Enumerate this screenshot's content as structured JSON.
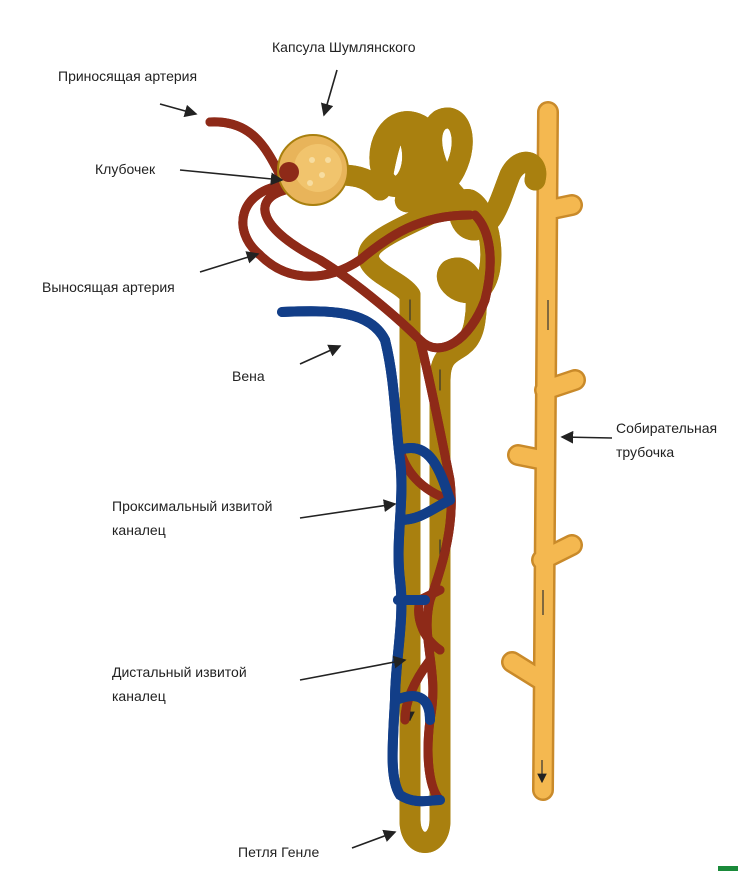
{
  "labels": {
    "capsule": "Капсула Шумлянского",
    "afferent": "Приносящая артерия",
    "glomerulus": "Клубочек",
    "efferent": "Выносящая артерия",
    "vein": "Вена",
    "proximal_1": "Проксимальный извитой",
    "proximal_2": "каналец",
    "distal_1": "Дистальный извитой",
    "distal_2": "каналец",
    "collecting_1": "Собирательная",
    "collecting_2": "трубочка",
    "loop": "Петля Генле"
  },
  "colors": {
    "artery": "#c9452b",
    "vein": "#1f5fc4",
    "tubule": "#e9c03a",
    "tubule_outline": "#a9800f",
    "duct": "#f4b850"
  }
}
